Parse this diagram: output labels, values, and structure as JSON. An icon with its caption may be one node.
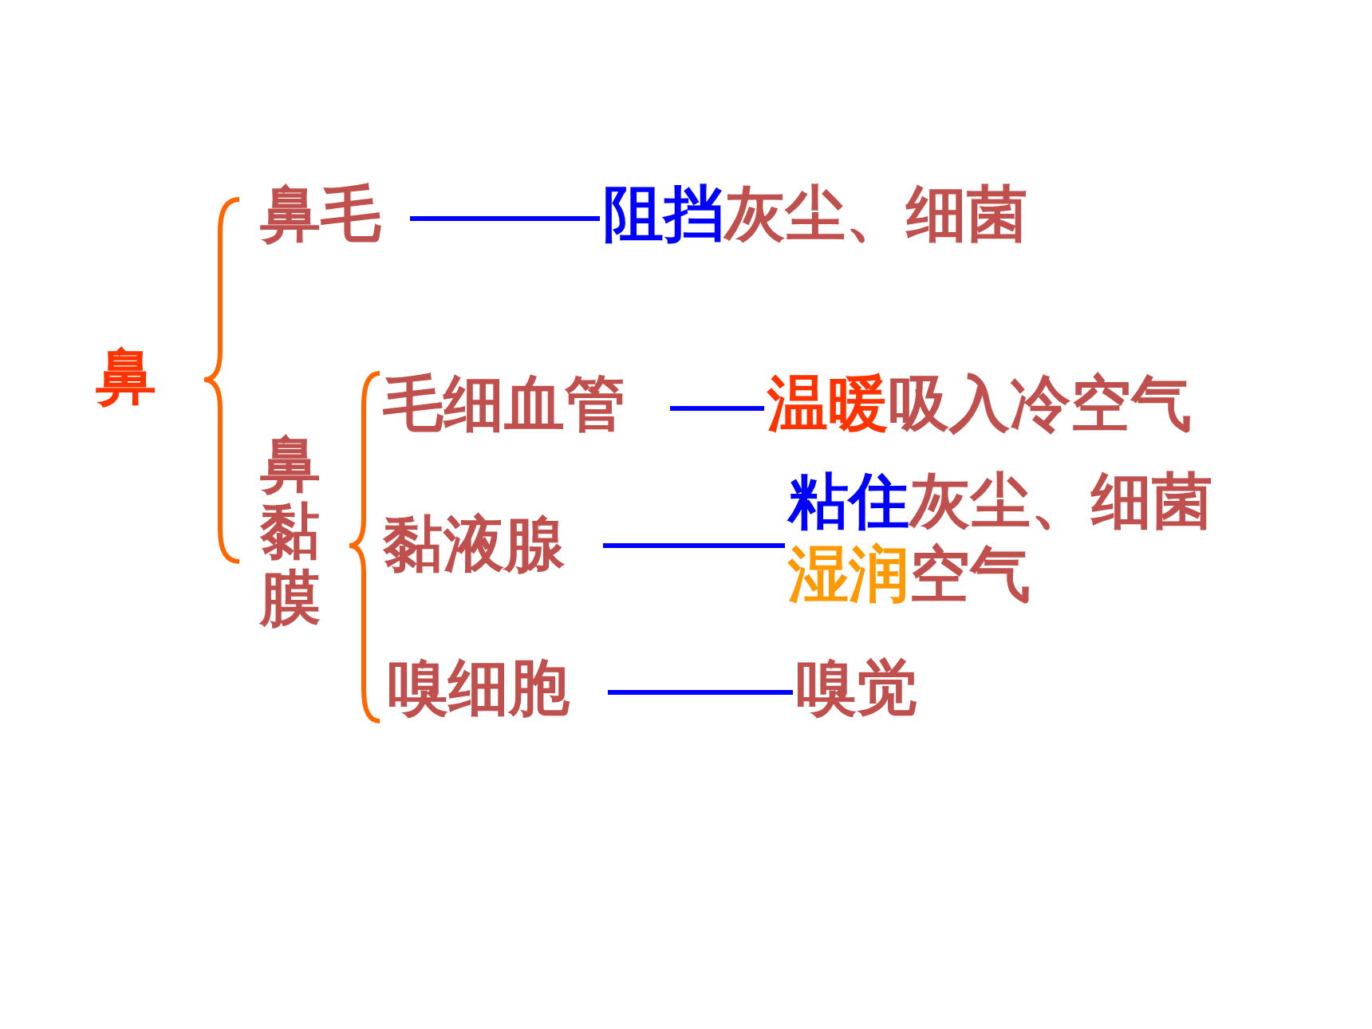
{
  "diagram": {
    "nodes": [
      {
        "text": [
          "鼻"
        ]
      },
      {
        "text": [
          "鼻毛"
        ]
      },
      {
        "text": [
          "阻挡",
          "灰尘、细菌"
        ]
      },
      {
        "text": [
          "鼻黏膜"
        ]
      },
      {
        "text": [
          "毛细血管"
        ]
      },
      {
        "text": [
          "温暖",
          "吸入冷空气"
        ]
      },
      {
        "text": [
          "黏液腺"
        ]
      },
      {
        "text": [
          "粘住",
          "灰尘、细菌",
          "湿润",
          "空气"
        ]
      },
      {
        "text": [
          "嗅细胞"
        ]
      },
      {
        "text": [
          "嗅觉"
        ]
      }
    ],
    "edges": [
      {
        "from": 1,
        "to": 2,
        "arrow": "none"
      },
      {
        "from": 4,
        "to": 5,
        "arrow": "none"
      },
      {
        "from": 6,
        "to": 7,
        "arrow": "none"
      },
      {
        "from": 8,
        "to": 9,
        "arrow": "none"
      }
    ]
  }
}
